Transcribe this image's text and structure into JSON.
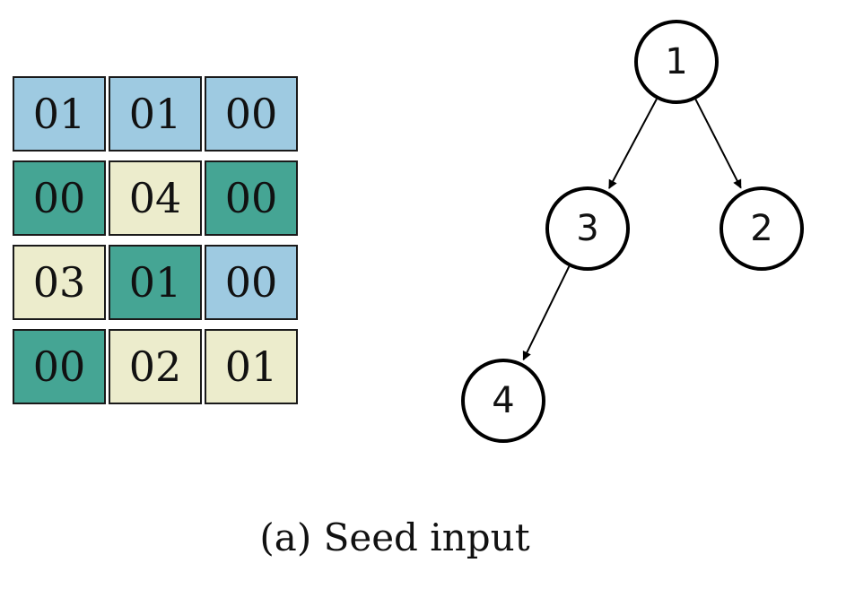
{
  "caption": "(a) Seed input",
  "colors": {
    "blue": "#9ecae1",
    "teal": "#45a594",
    "cream": "#ececcc"
  },
  "grid": [
    [
      {
        "text": "01",
        "color": "blue"
      },
      {
        "text": "01",
        "color": "blue"
      },
      {
        "text": "00",
        "color": "blue"
      }
    ],
    [
      {
        "text": "00",
        "color": "teal"
      },
      {
        "text": "04",
        "color": "cream"
      },
      {
        "text": "00",
        "color": "teal"
      }
    ],
    [
      {
        "text": "03",
        "color": "cream"
      },
      {
        "text": "01",
        "color": "teal"
      },
      {
        "text": "00",
        "color": "blue"
      }
    ],
    [
      {
        "text": "00",
        "color": "teal"
      },
      {
        "text": "02",
        "color": "cream"
      },
      {
        "text": "01",
        "color": "cream"
      }
    ]
  ],
  "tree": {
    "nodes": [
      {
        "id": "1",
        "label": "1"
      },
      {
        "id": "3",
        "label": "3"
      },
      {
        "id": "2",
        "label": "2"
      },
      {
        "id": "4",
        "label": "4"
      }
    ],
    "edges": [
      {
        "from": "1",
        "to": "3"
      },
      {
        "from": "1",
        "to": "2"
      },
      {
        "from": "3",
        "to": "4"
      }
    ]
  }
}
